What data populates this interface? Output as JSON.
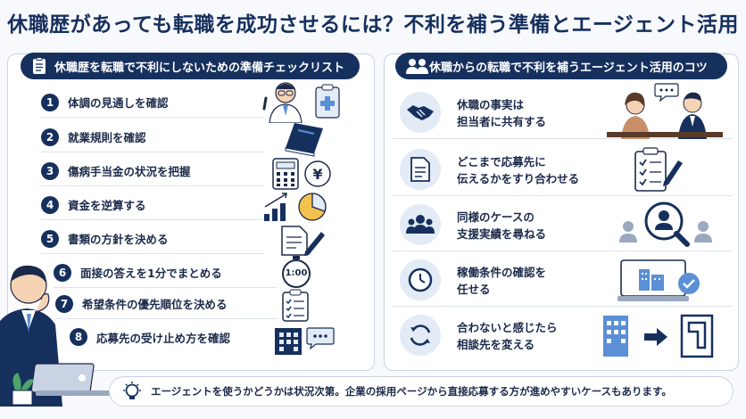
{
  "title": "休職歴があっても転職を成功させるには？不利を補う準備とエージェント活用",
  "left_panel": {
    "heading": "休職歴を転職で不利にしないための準備チェックリスト",
    "items": [
      {
        "num": "1",
        "label": "体調の見通しを確認",
        "icon": "doctor-icon"
      },
      {
        "num": "2",
        "label": "就業規則を確認",
        "icon": "book-icon"
      },
      {
        "num": "3",
        "label": "傷病手当金の状況を把握",
        "icon": "calculator-yen-icon"
      },
      {
        "num": "4",
        "label": "資金を逆算する",
        "icon": "chart-icon"
      },
      {
        "num": "5",
        "label": "書類の方針を決める",
        "icon": "document-pen-icon"
      },
      {
        "num": "6",
        "label": "面接の答えを1分でまとめる",
        "icon": "stopwatch-icon"
      },
      {
        "num": "7",
        "label": "希望条件の優先順位を決める",
        "icon": "checklist-icon"
      },
      {
        "num": "8",
        "label": "応募先の受け止め方を確認",
        "icon": "building-chat-icon"
      }
    ],
    "stopwatch_text": "1:00"
  },
  "right_panel": {
    "heading": "休職からの転職で不利を補うエージェント活用のコツ",
    "tips": [
      {
        "line1": "休職の事実は",
        "line2": "担当者に共有する",
        "icon": "handshake-icon"
      },
      {
        "line1": "どこまで応募先に",
        "line2": "伝えるかをすり合わせる",
        "icon": "document-icon"
      },
      {
        "line1": "同様のケースの",
        "line2": "支援実績を尋ねる",
        "icon": "group-icon"
      },
      {
        "line1": "稼働条件の確認を",
        "line2": "任せる",
        "icon": "clock-icon"
      },
      {
        "line1": "合わないと感じたら",
        "line2": "相談先を変える",
        "icon": "refresh-icon"
      }
    ]
  },
  "note": "エージェントを使うかどうかは状況次第。企業の採用ページから直接応募する方が進めやすいケースもあります。",
  "colors": {
    "navy": "#16305e",
    "accent": "#5b8fd6",
    "light": "#e3ebf6",
    "yellow": "#f2c14e"
  }
}
